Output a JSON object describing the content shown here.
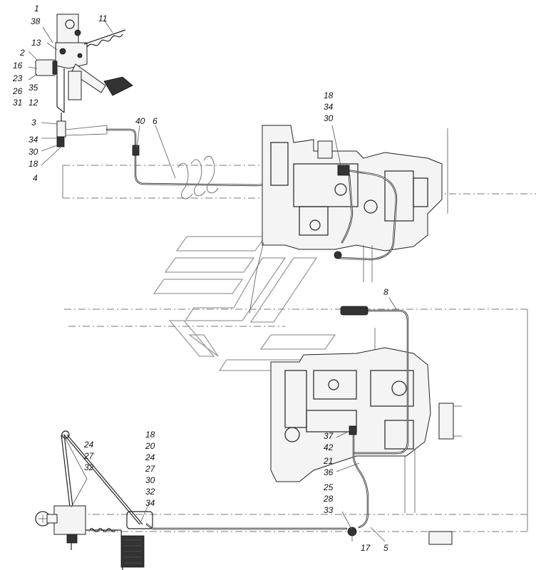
{
  "labels": {
    "l1": "1",
    "l38": "38",
    "l11": "11",
    "l13": "13",
    "l2": "2",
    "l16": "16",
    "l23": "23",
    "l35": "35",
    "l26": "26",
    "l31": "31",
    "l12": "12",
    "l3": "3",
    "l34a": "34",
    "l30a": "30",
    "l18a": "18",
    "l4": "4",
    "l40": "40",
    "l6": "6",
    "l18b": "18",
    "l34b": "34",
    "l30b": "30",
    "l8": "8",
    "l24a": "24",
    "l27a": "27",
    "l32a": "32",
    "l18c": "18",
    "l20": "20",
    "l24b": "24",
    "l27b": "27",
    "l30c": "30",
    "l32b": "32",
    "l34c": "34",
    "l37": "37",
    "l42": "42",
    "l21": "21",
    "l36": "36",
    "l25": "25",
    "l28": "28",
    "l33": "33",
    "l17": "17",
    "l5": "5"
  }
}
